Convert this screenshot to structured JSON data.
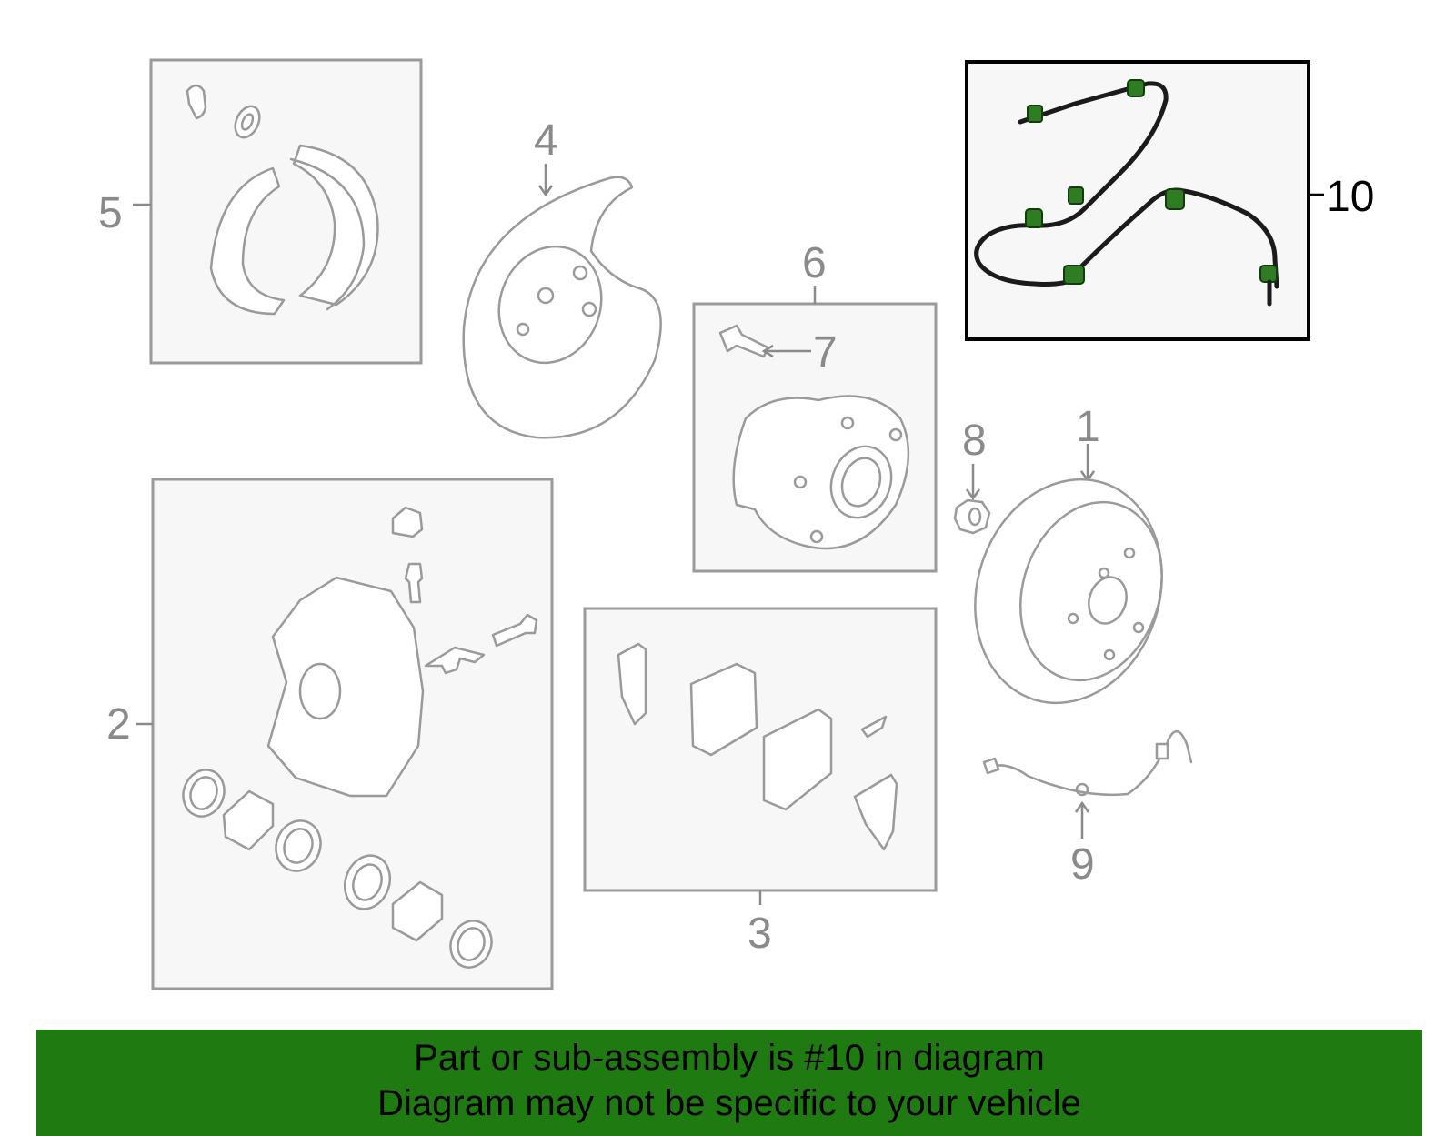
{
  "callouts": [
    {
      "id": "1",
      "label": "1"
    },
    {
      "id": "2",
      "label": "2"
    },
    {
      "id": "3",
      "label": "3"
    },
    {
      "id": "4",
      "label": "4"
    },
    {
      "id": "5",
      "label": "5"
    },
    {
      "id": "6",
      "label": "6"
    },
    {
      "id": "7",
      "label": "7"
    },
    {
      "id": "8",
      "label": "8"
    },
    {
      "id": "9",
      "label": "9"
    },
    {
      "id": "10",
      "label": "10"
    }
  ],
  "highlighted_part": "10",
  "colors": {
    "banner_background": "#1f7a12",
    "highlight": "#2f7d22",
    "line_gray": "#9a9a9a",
    "box_fill": "#f7f7f7"
  },
  "banner": {
    "line1": "Part or sub-assembly is #10 in diagram",
    "line2": "Diagram may not be specific to your vehicle"
  }
}
